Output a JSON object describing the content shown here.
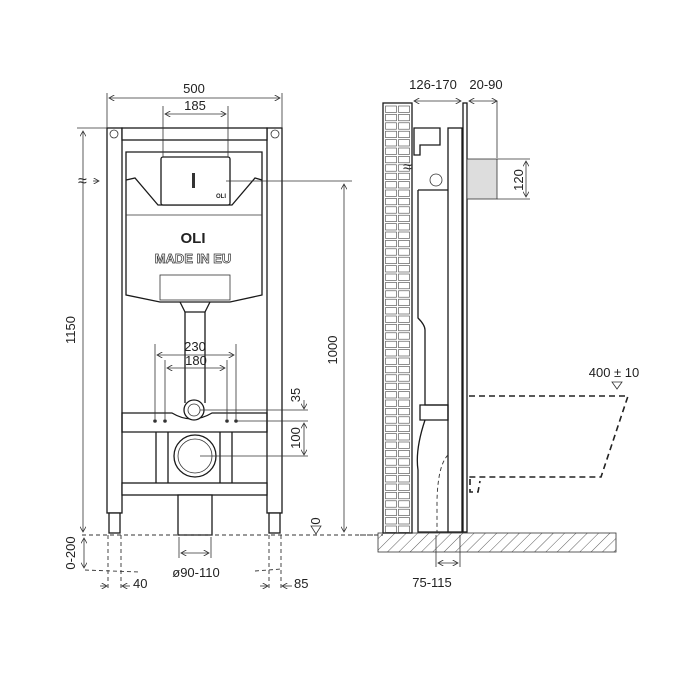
{
  "front_view": {
    "brand": "OLI",
    "made_in": "MADE IN EU",
    "plate_brand": "OLI",
    "dims": {
      "width": "500",
      "plate_width": "185",
      "height": "1150",
      "flush_height": "1000",
      "bolt_outer": "230",
      "bolt_inner": "180",
      "inlet_offset": "35",
      "drain_offset": "100",
      "floor_level": "0",
      "leg_adjust": "0-200",
      "foot": "40",
      "drain_diameter": "ø90-110",
      "foot_right": "85"
    }
  },
  "side_view": {
    "dims": {
      "depth": "126-170",
      "wall_finish": "20-90",
      "inlet_height": "120",
      "seat_height": "400 ± 10",
      "drain_depth": "75-115"
    }
  }
}
